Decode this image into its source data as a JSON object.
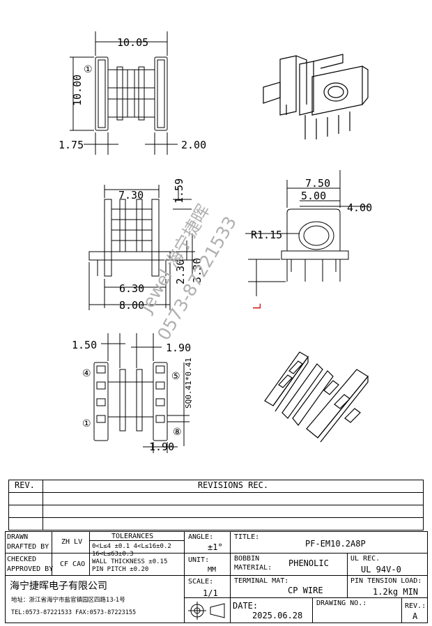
{
  "dims": {
    "top_width": "10.05",
    "top_height": "10.00",
    "top_left_wall": "1.75",
    "top_right_wall": "2.00",
    "mid_width": "7.30",
    "mid_flange": "1.59",
    "mid_h1": "2.30",
    "mid_h2": "3.30",
    "mid_pin": "6.30",
    "mid_base": "8.00",
    "side_top": "7.50",
    "side_window": "5.00",
    "side_depth": "4.00",
    "side_radius": "R1.15",
    "side_L": "L",
    "bottom_left": "1.50",
    "bottom_right": "1.90",
    "bottom_pin": "SQ0.41*0.41",
    "bottom_width": "1.90"
  },
  "pin_marks": {
    "top_one": "①",
    "bottom_four": "④",
    "bottom_five": "⑤",
    "bottom_one": "①",
    "bottom_eight": "⑧"
  },
  "watermark": {
    "line1": "Jewel 海宁捷晖",
    "line2": "0573-87221533"
  },
  "revisions": {
    "rev_label": "REV.",
    "header": "REVISIONS  REC."
  },
  "title_block": {
    "drawn_label": "DRAWN",
    "drafted_label": "DRAFTED BY",
    "drafted_value": "ZH LV",
    "checked_label": "CHECKED",
    "approved_label": "APPROVED BY",
    "approved_value": "CF CAO",
    "tolerances_label": "TOLERANCES",
    "tol_line1": "0<L≤4  ±0.1  4<L≤16±0.2",
    "tol_line2": "16<L≤63±0.3",
    "tol_line3": "WALL THICKNESS  ±0.15",
    "tol_line4": "PIN PITCH  ±0.20",
    "angle_label": "ANGLE:",
    "angle_value": "±1°",
    "unit_label": "UNIT:",
    "unit_value": "MM",
    "title_label": "TITLE:",
    "title_value": "PF-EM10.2A8P",
    "bobbin_label": "BOBBIN",
    "material_label": "MATERIAL:",
    "material_value": "PHENOLIC",
    "ul_label": "UL REC.",
    "ul_value": "UL 94V-0",
    "company": "海宁捷晖电子有限公司",
    "address": "地址：浙江省海宁市盐官镇园区四路13-1号",
    "tel": "TEL:0573-87221533  FAX:0573-87223155",
    "scale_label": "SCALE:",
    "scale_value": "1/1",
    "terminal_label": "TERMINAL MAT:",
    "terminal_value": "CP WIRE",
    "tension_label": "PIN TENSION LOAD:",
    "tension_value": "1.2kg MIN",
    "date_label": "DATE:",
    "date_value": "2025.06.28",
    "drawing_no_label": "DRAWING NO.:",
    "rev_label": "REV.:",
    "rev_value": "A"
  }
}
